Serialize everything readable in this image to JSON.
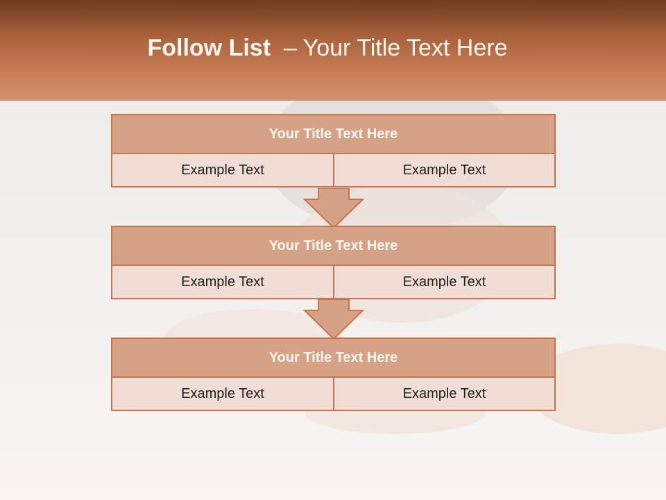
{
  "header": {
    "title_strong": "Follow List",
    "title_rest": "  – Your Title Text Here"
  },
  "steps": [
    {
      "title": "Your Title Text Here",
      "left": "Example Text",
      "right": "Example Text"
    },
    {
      "title": "Your Title Text Here",
      "left": "Example Text",
      "right": "Example Text"
    },
    {
      "title": "Your Title Text Here",
      "left": "Example Text",
      "right": "Example Text"
    }
  ],
  "colors": {
    "accent": "#c7744d",
    "title_fill": "#d6a285",
    "cell_fill": "#efddd6",
    "header_dark": "#6e3b22"
  }
}
